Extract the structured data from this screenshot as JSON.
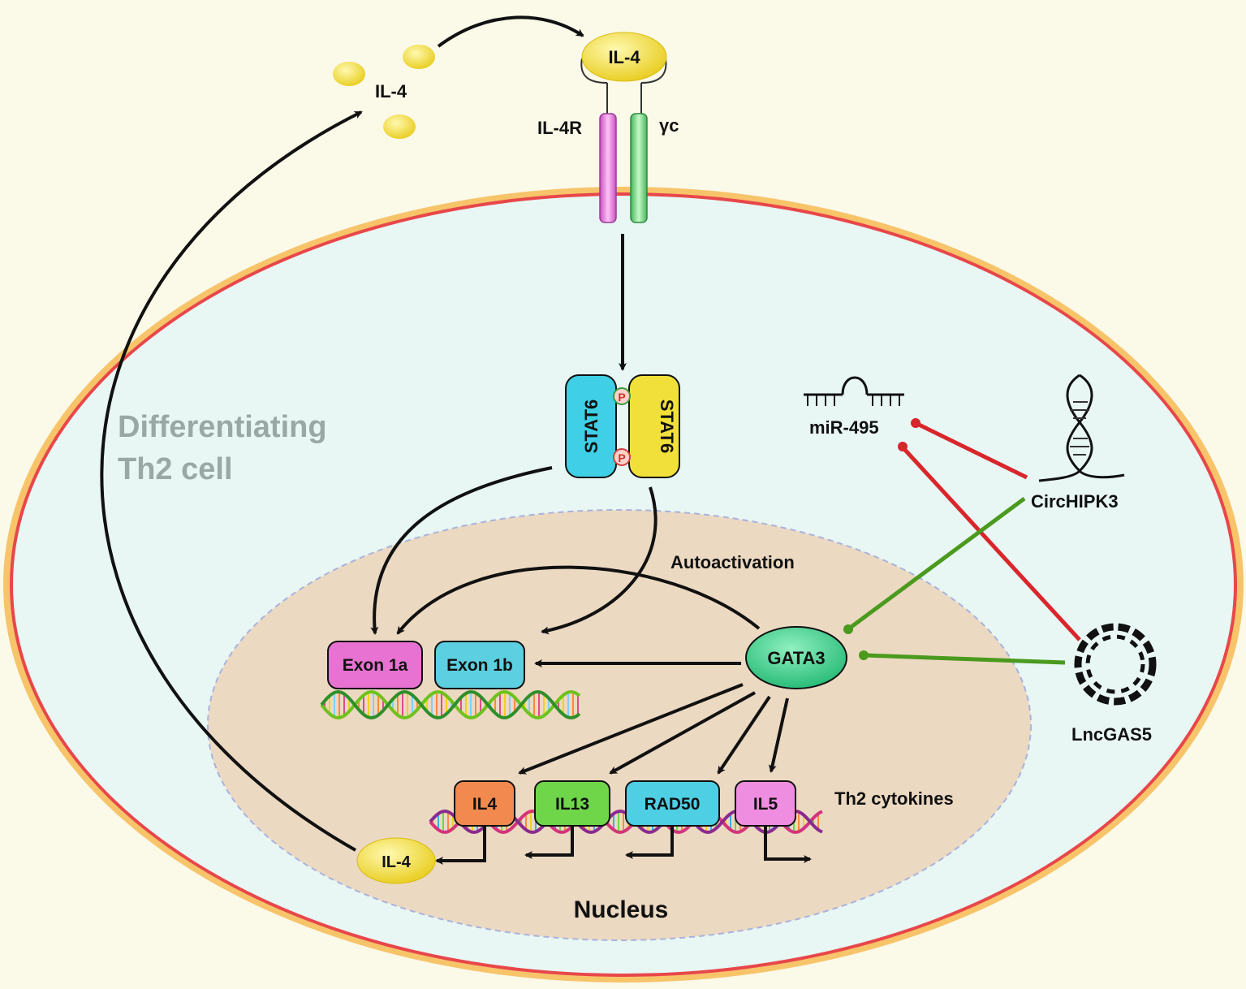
{
  "extracellular": {
    "free_ligand_label": "IL-4",
    "bound_ligand_label": "IL-4",
    "receptor_label": "IL-4R",
    "gamma_chain_label": "γc"
  },
  "cell": {
    "title_line1": "Differentiating",
    "title_line2": "Th2 cell"
  },
  "stat6": {
    "left_label": "STAT6",
    "right_label": "STAT6",
    "phospho_label": "P"
  },
  "nucleus": {
    "label": "Nucleus",
    "autoactivation_label": "Autoactivation",
    "gata3_label": "GATA3",
    "exon_1a_label": "Exon 1a",
    "exon_1b_label": "Exon 1b",
    "cytokines_label": "Th2 cytokines",
    "genes": [
      "IL4",
      "IL13",
      "RAD50",
      "IL5"
    ],
    "secreted_label": "IL-4"
  },
  "regulators": {
    "mirna_label": "miR-495",
    "circ_label": "CircHIPK3",
    "lnc_label": "LncGAS5"
  },
  "colors": {
    "background": "#fbf9e8",
    "cytoplasm": "#e8f6f4",
    "membrane_outer": "#f7c46a",
    "membrane_inner": "#e8474a",
    "nucleus": "#ecd9c2",
    "ligand": "#f1dc3c",
    "activation_line": "#4a9a1e",
    "inhibition_line": "#d8262b",
    "exon_1a": "#e872d2",
    "exon_1b": "#5ccfe0",
    "il4_gene": "#f28a4f",
    "il13_gene": "#6fd64a",
    "rad50_gene": "#4fcfe3",
    "il5_gene": "#ef8de0",
    "gata3": "#3fcf8a",
    "stat6_left": "#3fcfe6",
    "stat6_right": "#f1e03a"
  }
}
